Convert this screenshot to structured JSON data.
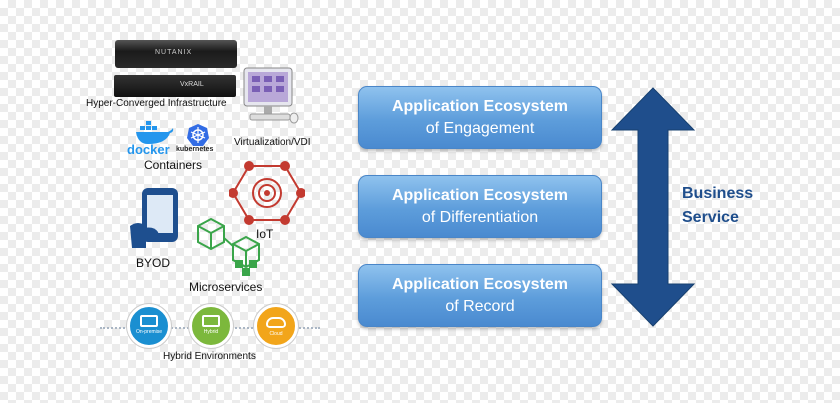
{
  "left_panel": {
    "hci_label": "Hyper-Converged Infrastructure",
    "server_brand_1": "NUTANIX",
    "server_brand_2": "VxRAIL",
    "vdi_label": "Virtualization/VDI",
    "docker_text": "docker",
    "kubernetes_text": "kubernetes",
    "containers_label": "Containers",
    "iot_label": "IoT",
    "byod_label": "BYOD",
    "microservices_label": "Microservices",
    "hybrid_label": "Hybrid Environments",
    "hybrid_circles": [
      {
        "label": "On-premise",
        "color": "#1a8fd1"
      },
      {
        "label": "Hybrid",
        "color": "#7cb83c"
      },
      {
        "label": "Cloud",
        "color": "#f2a51a"
      }
    ]
  },
  "ecosystems": [
    {
      "line1": "Application Ecosystem",
      "line2": "of Engagement"
    },
    {
      "line1": "Application Ecosystem",
      "line2": "of Differentiation"
    },
    {
      "line1": "Application Ecosystem",
      "line2": "of Record"
    }
  ],
  "business_service": {
    "line1": "Business",
    "line2": "Service",
    "color": "#1f4e8c"
  }
}
